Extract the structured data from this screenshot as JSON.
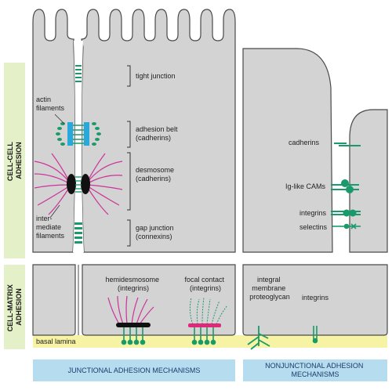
{
  "side_labels": {
    "cell_cell": [
      "CELL-CELL",
      "ADHESION"
    ],
    "cell_matrix": [
      "CELL-MATRIX",
      "ADHESION"
    ]
  },
  "junctions": {
    "tight": [
      "tight junction"
    ],
    "belt": [
      "adhesion belt",
      "(cadherins)"
    ],
    "desmosome": [
      "desmosome",
      "(cadherins)"
    ],
    "gap": [
      "gap junction",
      "(connexins)"
    ]
  },
  "filament_labels": {
    "actin": [
      "actin",
      "filaments"
    ],
    "intermediate": [
      "inter-",
      "mediate",
      "filaments"
    ]
  },
  "nonjunctional": {
    "cadherins": "cadherins",
    "ig_cams": "Ig-like CAMs",
    "integrins": "integrins",
    "selectins": "selectins"
  },
  "matrix": {
    "hemidesmosome": [
      "hemidesmosome",
      "(integrins)"
    ],
    "focal_contact": [
      "focal contact",
      "(integrins)"
    ],
    "proteoglycan": [
      "integral",
      "membrane",
      "proteoglycan"
    ],
    "integrins": "integrins",
    "basal_lamina": "basal lamina"
  },
  "footer": {
    "junctional": "JUNCTIONAL ADHESION MECHANISMS",
    "nonjunctional": [
      "NONJUNCTIONAL ADHESION",
      "MECHANISMS"
    ]
  },
  "colors": {
    "cell_fill": "#d3d3d3",
    "green": "#1a9a6a",
    "cyan": "#29a8dc",
    "magenta": "#cc3399",
    "pink_bar": "#e0287a",
    "black_plaque": "#111111",
    "side_bar": "#e4f0c8",
    "footer_bar": "#b6dcef",
    "basal_lamina": "#f6f3a4"
  }
}
